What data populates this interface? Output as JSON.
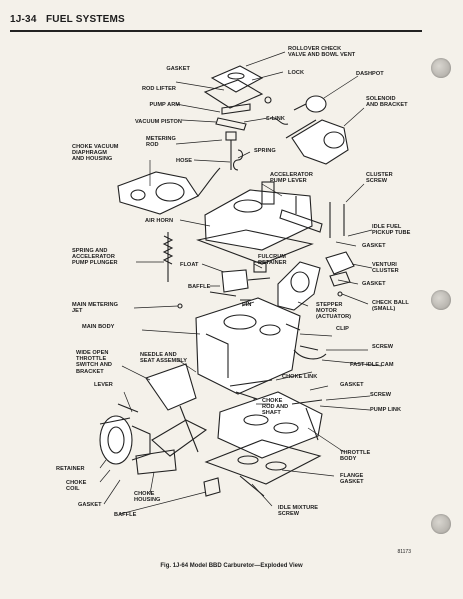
{
  "header": {
    "page_number": "1J-34",
    "section_title": "FUEL SYSTEMS"
  },
  "labels": {
    "rollover_check": "ROLLOVER CHECK\nVALVE AND BOWL VENT",
    "gasket_top": "GASKET",
    "lock": "LOCK",
    "dashpot": "DASHPOT",
    "rod_lifter": "ROD LIFTER",
    "pump_arm": "PUMP ARM",
    "solenoid": "SOLENOID\nAND BRACKET",
    "vacuum_piston": "VACUUM PISTON",
    "s_link": "S-LINK",
    "metering_rod": "METERING\nROD",
    "choke_vacuum": "CHOKE VACUUM\nDIAPHRAGM\nAND HOUSING",
    "spring_top": "SPRING",
    "hose": "HOSE",
    "cluster_screw": "CLUSTER\nSCREW",
    "accelerator_pump_lever": "ACCELERATOR\nPUMP LEVER",
    "air_horn": "AIR HORN",
    "idle_fuel": "IDLE FUEL\nPICKUP TUBE",
    "gasket_mid1": "GASKET",
    "spring_accel": "SPRING AND\nACCELERATOR\nPUMP PLUNGER",
    "float": "FLOAT",
    "fulcrum": "FULCRUM\nRETAINER",
    "venturi": "VENTURI\nCLUSTER",
    "gasket_mid2": "GASKET",
    "baffle_mid": "BAFFLE",
    "check_ball": "CHECK BALL\n(SMALL)",
    "main_jet": "MAIN METERING\nJET",
    "pin": "PIN",
    "stepper": "STEPPER\nMOTOR\n(ACTUATOR)",
    "main_body": "MAIN BODY",
    "clip": "CLIP",
    "screw_1": "SCREW",
    "wide_open": "WIDE OPEN\nTHROTTLE\nSWITCH AND\nBRACKET",
    "needle_seat": "NEEDLE AND\nSEAT ASSEMBLY",
    "fast_idle": "FAST IDLE CAM",
    "choke_link": "CHOKE LINK",
    "gasket_low": "GASKET",
    "lever": "LEVER",
    "screw_2": "SCREW",
    "choke_rod": "CHOKE\nROD AND\nSHAFT",
    "pump_link": "PUMP LINK",
    "throttle_body": "THROTTLE\nBODY",
    "retainer": "RETAINER",
    "choke_coil": "CHOKE\nCOIL",
    "choke_housing": "CHOKE\nHOUSING",
    "flange_gasket": "FLANGE\nGASKET",
    "gasket_bottom": "GASKET",
    "baffle_bottom": "BAFFLE",
    "idle_mixture": "IDLE MIXTURE\nSCREW"
  },
  "figure_number": "81173",
  "caption": "Fig. 1J-64   Model BBD Carburetor—Exploded View"
}
